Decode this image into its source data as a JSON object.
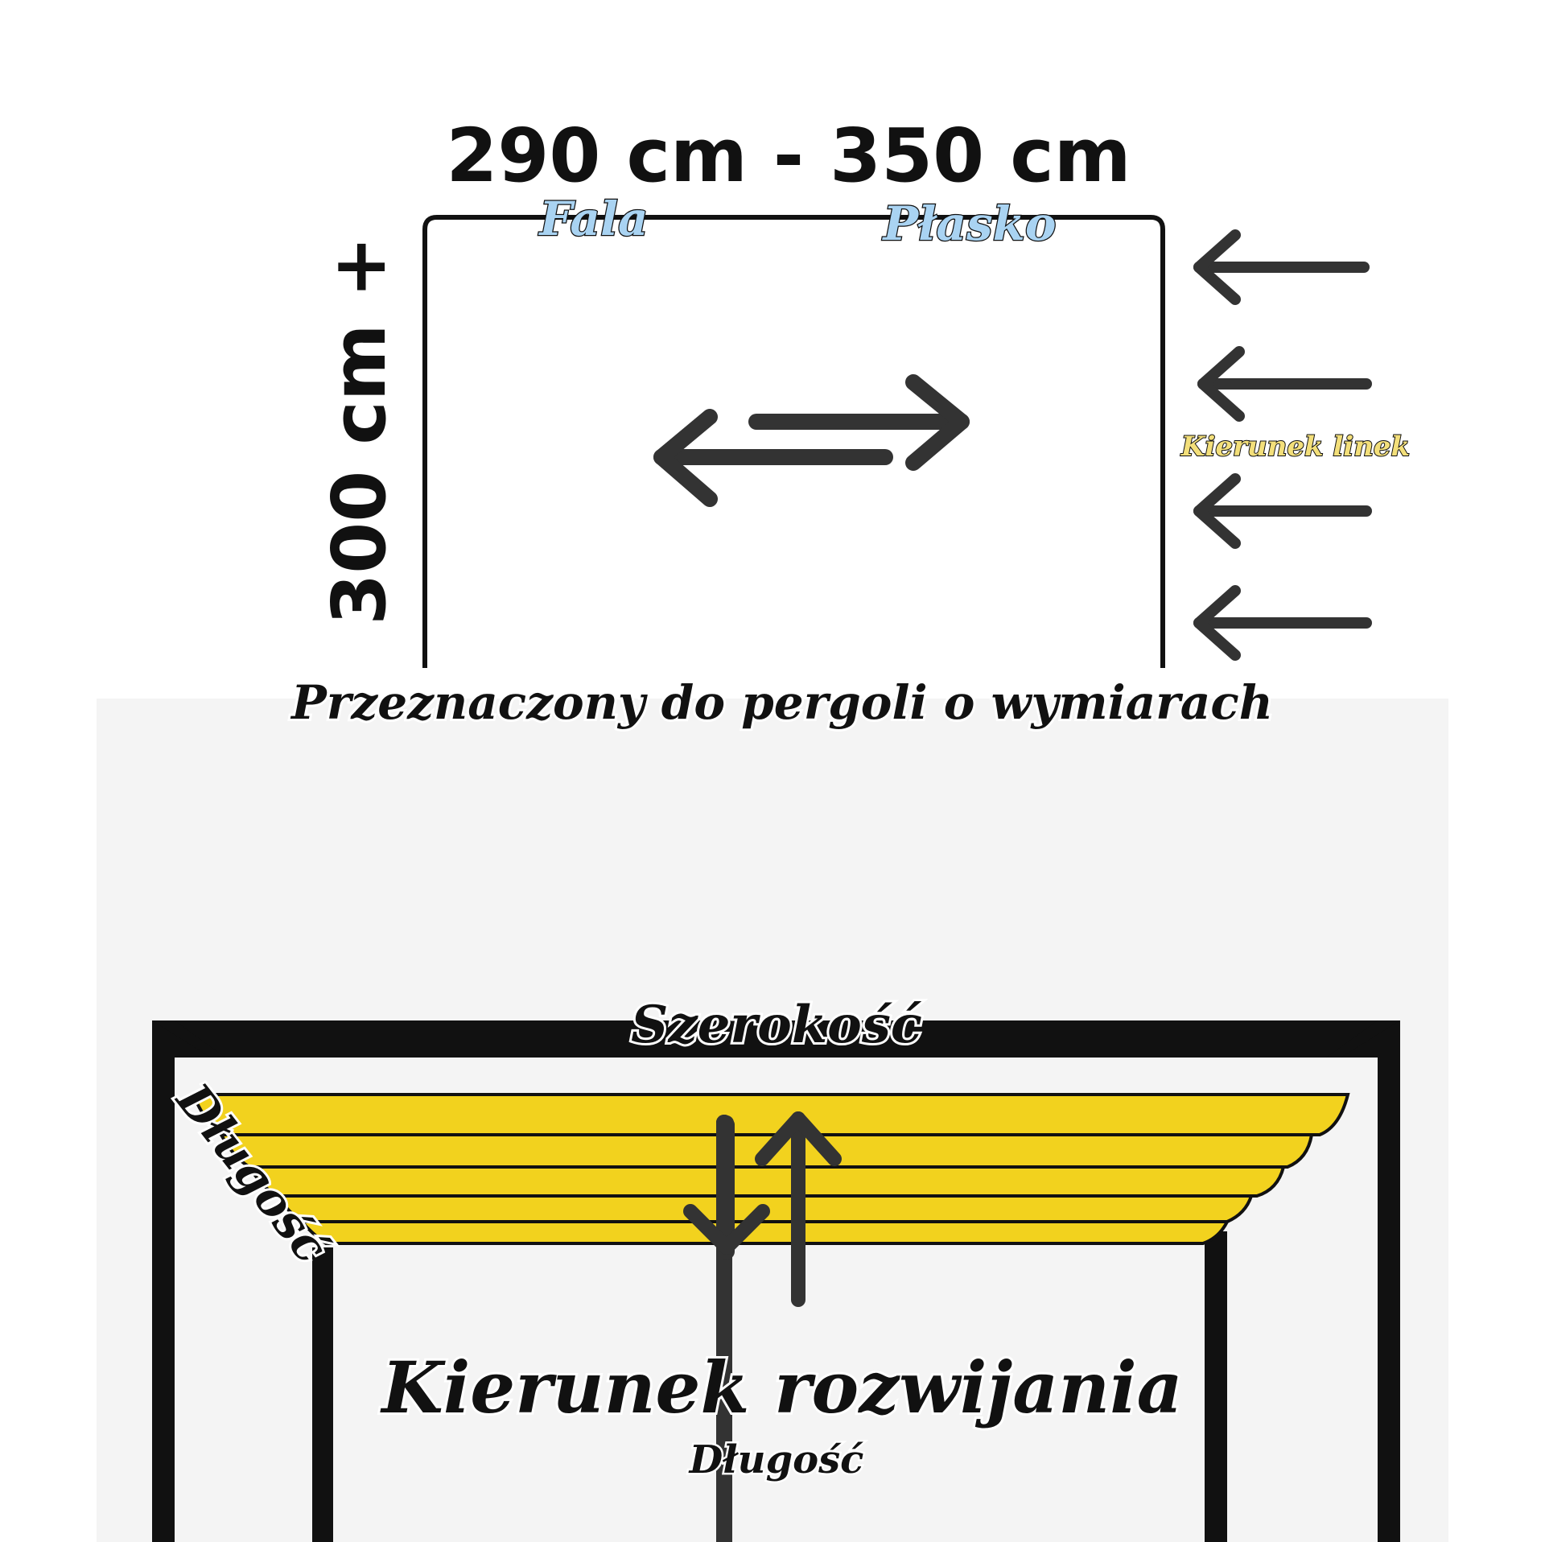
{
  "top_diagram": {
    "width_label": "290 cm - 350 cm",
    "height_label": "300 cm +",
    "label_left": "Fala",
    "label_right": "Płasko",
    "lines_direction_label": "Kierunek linek",
    "caption": "Przeznaczony do pergoli o wymiarach"
  },
  "bottom_diagram": {
    "width_label": "Szerokość",
    "length_label_side": "Długość",
    "direction_label": "Kierunek rozwijania",
    "length_label_bottom": "Długość"
  },
  "colors": {
    "frame": "#111111",
    "arrow": "#333333",
    "canopy_yellow": "#f2d21e",
    "fala_fill": "#a9d3f2",
    "linek_fill": "#f3df7a"
  },
  "icons": {
    "double_arrow": "double-horizontal-arrow-icon",
    "left_arrows": "left-arrow-icon",
    "vertical_arrows": "up-down-arrow-icon"
  }
}
